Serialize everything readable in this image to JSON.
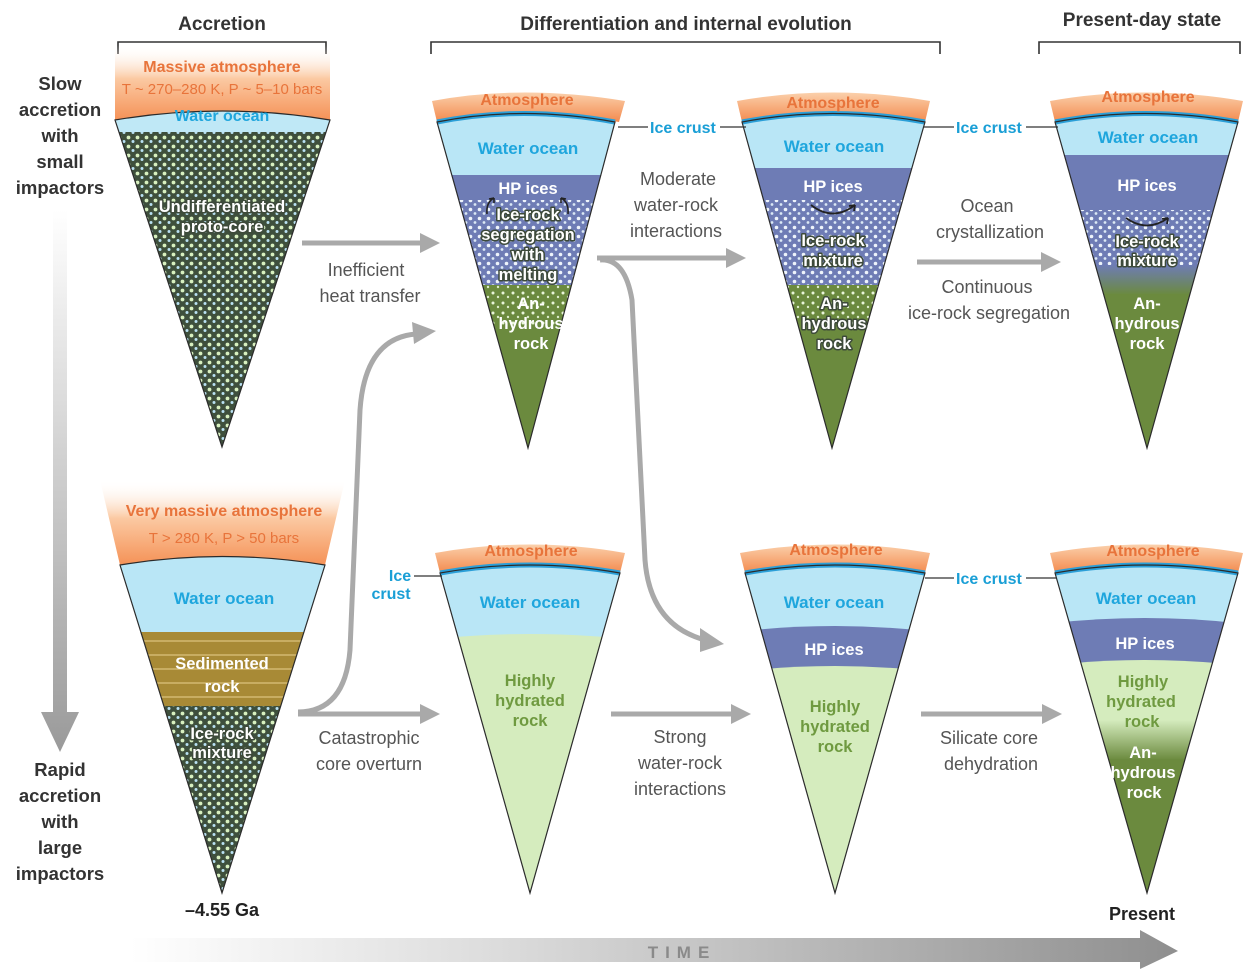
{
  "headers": {
    "accretion": "Accretion",
    "differentiation": "Differentiation and internal evolution",
    "present_state": "Present-day state"
  },
  "side": {
    "slow": [
      "Slow",
      "accretion",
      "with",
      "small",
      "impactors"
    ],
    "rapid": [
      "Rapid",
      "accretion",
      "with",
      "large",
      "impactors"
    ]
  },
  "top_row": {
    "accretion": {
      "atmosphere": "Massive atmosphere",
      "conditions": "T ~ 270–280 K, P ~ 5–10 bars",
      "water_ocean": "Water ocean",
      "core": [
        "Undifferentiated",
        "proto-core"
      ]
    },
    "stage1": {
      "atmosphere": "Atmosphere",
      "water_ocean": "Water ocean",
      "hp_ices": "HP ices",
      "segregation": [
        "Ice-rock",
        "segregation",
        "with",
        "melting"
      ],
      "rock": [
        "An-",
        "hydrous",
        "rock"
      ]
    },
    "stage2": {
      "atmosphere": "Atmosphere",
      "water_ocean": "Water ocean",
      "hp_ices": "HP ices",
      "mixture": [
        "Ice-rock",
        "mixture"
      ],
      "rock": [
        "An-",
        "hydrous",
        "rock"
      ]
    },
    "stage3": {
      "atmosphere": "Atmosphere",
      "water_ocean": "Water ocean",
      "hp_ices": "HP ices",
      "mixture": [
        "Ice-rock",
        "mixture"
      ],
      "rock": [
        "An-",
        "hydrous",
        "rock"
      ]
    },
    "ice_crust_1": "Ice crust",
    "ice_crust_2": "Ice crust",
    "process_1": [
      "Inefficient",
      "heat transfer"
    ],
    "process_2": [
      "Moderate",
      "water-rock",
      "interactions"
    ],
    "process_3a": [
      "Ocean",
      "crystallization"
    ],
    "process_3b": [
      "Continuous",
      "ice-rock segregation"
    ]
  },
  "bottom_row": {
    "accretion": {
      "atmosphere": "Very massive atmosphere",
      "conditions": "T > 280 K, P > 50 bars",
      "water_ocean": "Water ocean",
      "sediment": [
        "Sedimented",
        "rock"
      ],
      "mixture": [
        "Ice-rock",
        "mixture"
      ]
    },
    "stage1": {
      "atmosphere": "Atmosphere",
      "water_ocean": "Water ocean",
      "rock": [
        "Highly",
        "hydrated",
        "rock"
      ]
    },
    "stage2": {
      "atmosphere": "Atmosphere",
      "water_ocean": "Water ocean",
      "hp_ices": "HP ices",
      "rock": [
        "Highly",
        "hydrated",
        "rock"
      ]
    },
    "stage3": {
      "atmosphere": "Atmosphere",
      "water_ocean": "Water ocean",
      "hp_ices": "HP ices",
      "rock": [
        "Highly",
        "hydrated",
        "rock"
      ],
      "core": [
        "An-",
        "hydrous",
        "rock"
      ]
    },
    "ice_crust_1": [
      "Ice",
      "crust"
    ],
    "ice_crust_2": "Ice crust",
    "process_1": [
      "Catastrophic",
      "core overturn"
    ],
    "process_2": [
      "Strong",
      "water-rock",
      "interactions"
    ],
    "process_3": [
      "Silicate core",
      "dehydration"
    ]
  },
  "timeline": {
    "start": "–4.55 Ga",
    "end": "Present",
    "label": "TIME"
  },
  "colors": {
    "atmosphere": "#f6a26b",
    "ice_crust": "#2b9fd8",
    "water_ocean": "#b9e6f6",
    "hp_ices": "#6e7cb5",
    "anhydrous_rock": "#6b8a3e",
    "hydrated_rock": "#d5ecbe",
    "sediment": "#a88a36",
    "proto_core": "#3e4f3c",
    "arrow": "#a9a9a9"
  }
}
